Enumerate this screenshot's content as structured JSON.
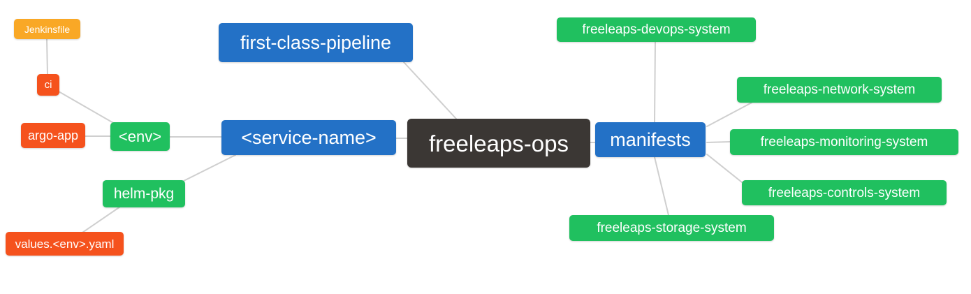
{
  "diagram": {
    "type": "mindmap",
    "root": "freeleaps-ops",
    "colors": {
      "blue": "#2371c6",
      "green": "#20c05f",
      "orange": "#f9a826",
      "red": "#f5521d",
      "dark": "#3b3734",
      "edge": "#cfcfcf",
      "background": "#ffffff",
      "text": "#ffffff"
    },
    "nodes": {
      "jenkinsfile": {
        "label": "Jenkinsfile",
        "color_role": "orange"
      },
      "ci": {
        "label": "ci",
        "color_role": "red"
      },
      "argo_app": {
        "label": "argo-app",
        "color_role": "red"
      },
      "env": {
        "label": "<env>",
        "color_role": "green"
      },
      "helm_pkg": {
        "label": "helm-pkg",
        "color_role": "green"
      },
      "values_env_yaml": {
        "label": "values.<env>.yaml",
        "color_role": "red"
      },
      "first_class_pipeline": {
        "label": "first-class-pipeline",
        "color_role": "blue"
      },
      "service_name": {
        "label": "<service-name>",
        "color_role": "blue"
      },
      "freeleaps_ops": {
        "label": "freeleaps-ops",
        "color_role": "dark"
      },
      "manifests": {
        "label": "manifests",
        "color_role": "blue"
      },
      "devops_system": {
        "label": "freeleaps-devops-system",
        "color_role": "green"
      },
      "network_system": {
        "label": "freeleaps-network-system",
        "color_role": "green"
      },
      "monitoring_system": {
        "label": "freeleaps-monitoring-system",
        "color_role": "green"
      },
      "controls_system": {
        "label": "freeleaps-controls-system",
        "color_role": "green"
      },
      "storage_system": {
        "label": "freeleaps-storage-system",
        "color_role": "green"
      }
    },
    "edges": [
      [
        "jenkinsfile",
        "ci"
      ],
      [
        "ci",
        "env"
      ],
      [
        "argo_app",
        "env"
      ],
      [
        "env",
        "service_name"
      ],
      [
        "service_name",
        "helm_pkg"
      ],
      [
        "helm_pkg",
        "values_env_yaml"
      ],
      [
        "first_class_pipeline",
        "freeleaps_ops"
      ],
      [
        "service_name",
        "freeleaps_ops"
      ],
      [
        "freeleaps_ops",
        "manifests"
      ],
      [
        "manifests",
        "devops_system"
      ],
      [
        "manifests",
        "network_system"
      ],
      [
        "manifests",
        "monitoring_system"
      ],
      [
        "manifests",
        "controls_system"
      ],
      [
        "manifests",
        "storage_system"
      ]
    ]
  }
}
